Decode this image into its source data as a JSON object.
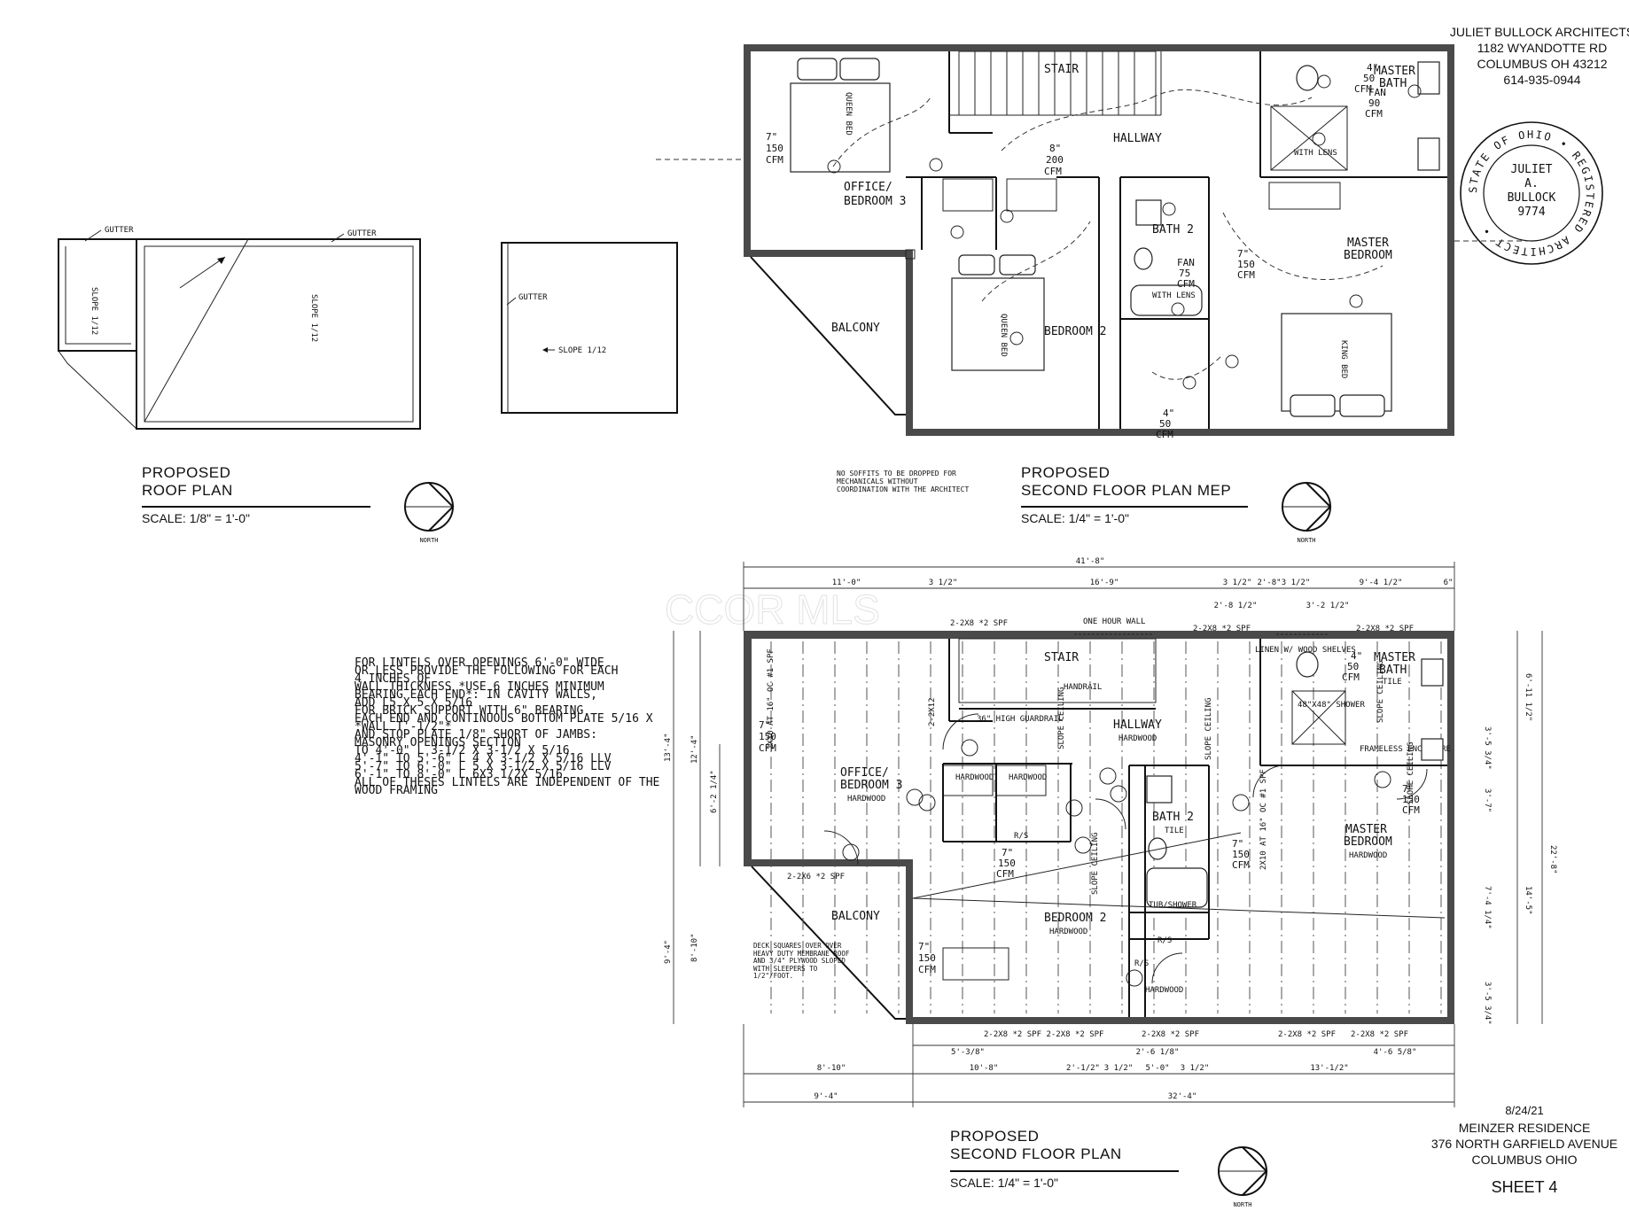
{
  "architect": {
    "firm": "JULIET BULLOCK ARCHITECTS",
    "address1": "1182 WYANDOTTE RD",
    "address2": "COLUMBUS OH 43212",
    "phone": "614-935-0944"
  },
  "seal": {
    "ring_text": "STATE OF OHIO • REGISTERED ARCHITECT •",
    "line1": "JULIET",
    "line2": "A.",
    "line3": "BULLOCK",
    "line4": "9774"
  },
  "roof_plan": {
    "title1": "PROPOSED",
    "title2": "ROOF PLAN",
    "scale": "SCALE: 1/8\" = 1'-0\"",
    "gutter": "GUTTER",
    "slope": "SLOPE 1/12"
  },
  "mep_plan": {
    "title1": "PROPOSED",
    "title2": "SECOND FLOOR PLAN MEP",
    "scale": "SCALE: 1/4\" = 1'-0\"",
    "note": "NO SOFFITS TO BE DROPPED FOR MECHANICALS WITHOUT COORDINATION WITH THE ARCHITECT",
    "rooms": {
      "stair": "STAIR",
      "hallway": "HALLWAY",
      "office": "OFFICE/",
      "office2": "BEDROOM 3",
      "bedroom2": "BEDROOM 2",
      "bath2": "BATH 2",
      "master_bath": "MASTER",
      "master_bath2": "BATH",
      "master_bed": "MASTER",
      "master_bed2": "BEDROOM",
      "balcony": "BALCONY",
      "queen_bed": "QUEEN BED",
      "king_bed": "KING BED",
      "with_lens": "WITH LENS"
    },
    "fans": {
      "f1a": "7\"",
      "f1b": "150",
      "f1c": "CFM",
      "f2a": "8\"",
      "f2b": "200",
      "f2c": "CFM",
      "f3a": "4\"",
      "f3b": "50",
      "f3c": "CFM",
      "f4a": "FAN",
      "f4b": "90",
      "f4c": "CFM",
      "f5a": "FAN",
      "f5b": "75",
      "f5c": "CFM",
      "f6a": "7\"",
      "f6b": "150",
      "f6c": "CFM",
      "f7a": "4\"",
      "f7b": "50",
      "f7c": "CFM"
    }
  },
  "floor_plan": {
    "title1": "PROPOSED",
    "title2": "SECOND FLOOR PLAN",
    "scale": "SCALE: 1/4\" = 1'-0\"",
    "lintel_note": [
      "FOR LINTELS OVER OPENINGS 6'-0\" WIDE",
      "OR LESS PROVIDE THE FOLLOWING FOR EACH",
      "4 INCHES OF",
      "WALL THICKNESS *USE 6 INCHES MINIMUM",
      "BEARING EACH END*: IN CAVITY WALLS,",
      "ADD L5 X 5 X 5/16",
      "FOR BRICK SUPPORT WITH 6\" BEARING",
      "EACH END AND CONTINUOUS BOTTOM PLATE 5/16 X",
      "*WALL T'-1/2\"*",
      "AND STOP PLATE 1/8\" SHORT OF JAMBS:",
      "MASONRY OPENINGS          SECTION",
      "TO 4'-0\"              L 3-1/2 X 3-1/2 X 5/16",
      "4'-1\" TO 5'-6\"         L 4 X 3-1/2 X 5/16 LLV",
      "5'-7\" TO 6'-0\"         L 5 X 3-1/2 X 5/16 LLV",
      "6'-1\" TO 8'-0\"         L 6X3 1/2X 5/16",
      "ALL OF THESES LINTELS ARE INDEPENDENT OF THE",
      "WOOD FRAMING"
    ],
    "dims_top": {
      "overall": "41'-8\"",
      "d1": "11'-0\"",
      "d2": "3 1/2\"",
      "d3": "16'-9\"",
      "d4": "3 1/2\"",
      "d5": "2'-8\"",
      "d6": "3 1/2\"",
      "d7": "9'-4 1/2\"",
      "d8": "6\"",
      "d9": "2'-8 1/2\"",
      "d10": "3'-2 1/2\""
    },
    "dims_bottom": {
      "b1": "8'-10\"",
      "b2": "10'-8\"",
      "b3": "2'-1/2\"",
      "b4": "3 1/2\"",
      "b5": "5'-0\"",
      "b6": "3 1/2\"",
      "b7": "13'-1/2\"",
      "c1": "9'-4\"",
      "c2": "32'-4\"",
      "e1": "5'-3/8\"",
      "e2": "2'-6 1/8\"",
      "e3": "4'-6 5/8\""
    },
    "dims_side": {
      "l1": "13'-4\"",
      "l2": "12'-4\"",
      "l3": "6'-2 1/4\"",
      "l4": "9'-4\"",
      "l5": "8'-10\"",
      "r1": "22'-8\"",
      "r2": "6'-11 1/2\"",
      "r3": "3'-5 3/4\"",
      "r4": "14'-5\"",
      "r5": "7'-4 1/4\"",
      "r6": "3'-7\"",
      "r7": "3'-5 3/4\""
    },
    "headers": {
      "h1": "2-2X8 *2 SPF",
      "h2": "2-2X8 *2 SPF",
      "h3": "2-2X8 *2 SPF",
      "h4": "2-2X6 *2 SPF",
      "h5": "2-2X8 *2 SPF  2-2X8 *2 SPF",
      "h6": "2-2X8 *2 SPF",
      "h7": "2-2X8 *2 SPF",
      "h8": "2-2X8 *2 SPF",
      "h9": "2-2X12"
    },
    "rooms": {
      "stair": "STAIR",
      "handrail": "HANDRAIL",
      "guardrail": "36\" HIGH GUARDRAIL",
      "hallway": "HALLWAY",
      "hardwood": "HARDWOOD",
      "tile": "TILE",
      "office": "OFFICE/",
      "office2": "BEDROOM 3",
      "bedroom2": "BEDROOM 2",
      "bath2": "BATH 2",
      "master_bath": "MASTER",
      "master_bath2": "BATH",
      "master_bed": "MASTER",
      "master_bed2": "BEDROOM",
      "balcony": "BALCONY",
      "tub": "TUB/SHOWER",
      "shower": "48\"X48\" SHOWER",
      "frameless": "FRAMELESS ENCLOSURE",
      "linen": "LINEN W/ WOOD SHELVES",
      "one_hour": "ONE HOUR WALL",
      "deck_note": "DECK SQUARES OVER OVER HEAVY DUTY MEMBRANE ROOF AND 3/4\" PLYWOOD SLOPED WITH SLEEPERS TO 1/2\"/FOOT.",
      "joists": "2X10 AT 16\" OC #1 SPF",
      "slope_ceiling": "SLOPE CEILING",
      "rs": "R/S"
    }
  },
  "project": {
    "date": "8/24/21",
    "name": "MEINZER RESIDENCE",
    "street": "376  NORTH GARFIELD AVENUE",
    "city": "COLUMBUS OHIO",
    "sheet": "SHEET 4"
  },
  "north": "NORTH",
  "watermark": "CCOR MLS"
}
